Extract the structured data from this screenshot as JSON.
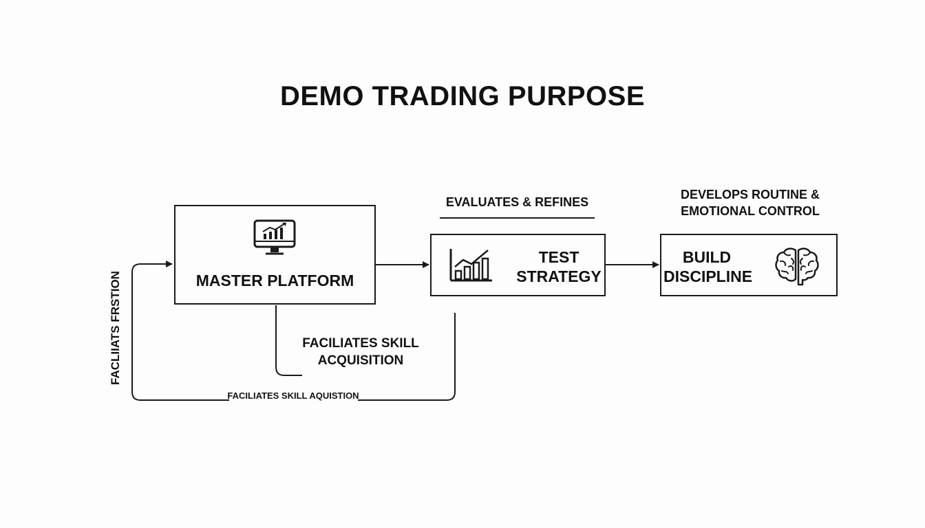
{
  "title": "DEMO TRADING PURPOSE",
  "nodes": {
    "master": {
      "label": "MASTER PLATFORM",
      "icon": "monitor-chart-icon"
    },
    "test": {
      "label_line1": "TEST",
      "label_line2": "STRATEGY",
      "icon": "bar-chart-icon"
    },
    "build": {
      "label_line1": "BUILD",
      "label_line2": "DISCIPLINE",
      "icon": "brain-icon"
    }
  },
  "edges": {
    "evaluates": "EVALUATES & REFINES",
    "develops_line1": "DEVELOPS ROUTINE &",
    "develops_line2": "EMOTIONAL CONTROL",
    "facilitates_line1": "FACILIATES SKILL",
    "facilitates_line2": "ACQUISITION",
    "loop_bottom": "FACILIATES SKILL AQUISTION",
    "loop_left": "FACLIIATS FRSTION"
  },
  "colors": {
    "stroke": "#1a1a1a",
    "background": "#fdfdfd"
  }
}
